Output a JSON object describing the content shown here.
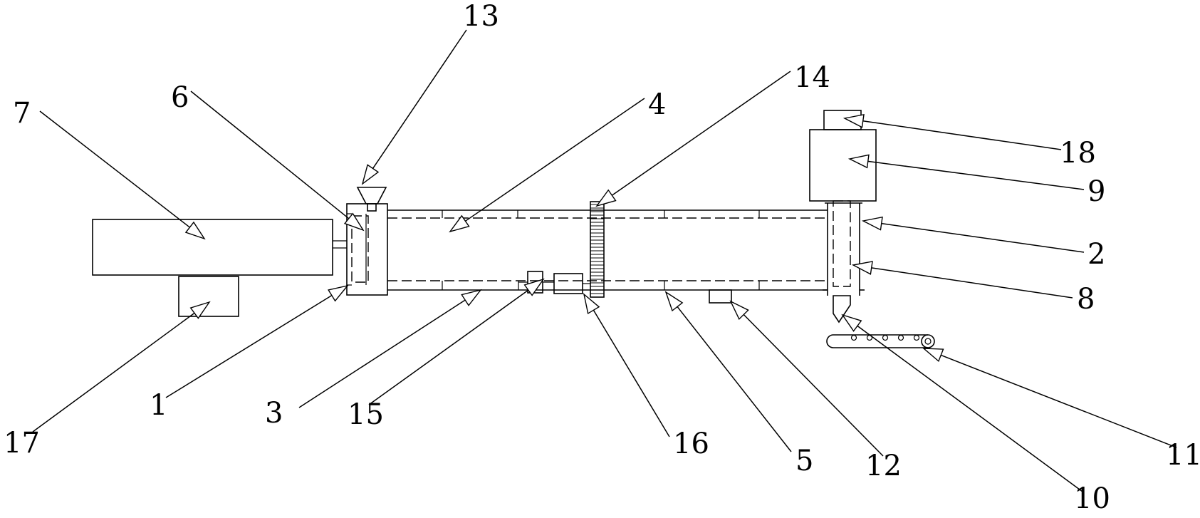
{
  "diagram": {
    "labels": {
      "l1": "1",
      "l2": "2",
      "l3": "3",
      "l4": "4",
      "l5": "5",
      "l6": "6",
      "l7": "7",
      "l8": "8",
      "l9": "9",
      "l10": "10",
      "l11": "11",
      "l12": "12",
      "l13": "13",
      "l14": "14",
      "l15": "15",
      "l16": "16",
      "l17": "17",
      "l18": "18"
    }
  }
}
